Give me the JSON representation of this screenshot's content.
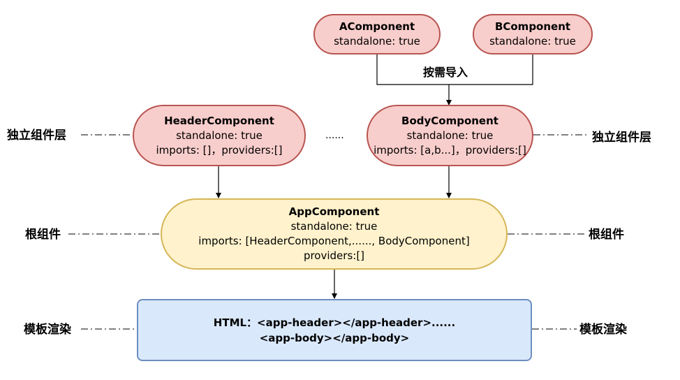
{
  "nodes": {
    "a_component": {
      "title": "AComponent",
      "line1": "standalone: true"
    },
    "b_component": {
      "title": "BComponent",
      "line1": "standalone: true"
    },
    "header_component": {
      "title": "HeaderComponent",
      "line1": "standalone: true",
      "line2": "imports: []，providers:[]"
    },
    "body_component": {
      "title": "BodyComponent",
      "line1": "standalone: true",
      "line2": "imports: [a,b...]，providers:[]"
    },
    "app_component": {
      "title": "AppComponent",
      "line1": "standalone: true",
      "line2": "imports: [HeaderComponent,......, BodyComponent]",
      "line3": "providers:[]"
    },
    "html_template": {
      "line1": "HTML：<app-header></app-header>......",
      "line2": "<app-body></app-body>"
    }
  },
  "labels": {
    "on_demand_import": "按需导入",
    "ellipsis": "......",
    "standalone_layer_left": "独立组件层",
    "standalone_layer_right": "独立组件层",
    "root_left": "根组件",
    "root_right": "根组件",
    "template_left": "模板渲染",
    "template_right": "模板渲染"
  },
  "colors": {
    "pink_fill": "#f8cecc",
    "pink_stroke": "#b85450",
    "cream_fill": "#fff2cc",
    "cream_stroke": "#d6b656",
    "blue_fill": "#dae8fc",
    "blue_stroke": "#6c8ebf"
  }
}
